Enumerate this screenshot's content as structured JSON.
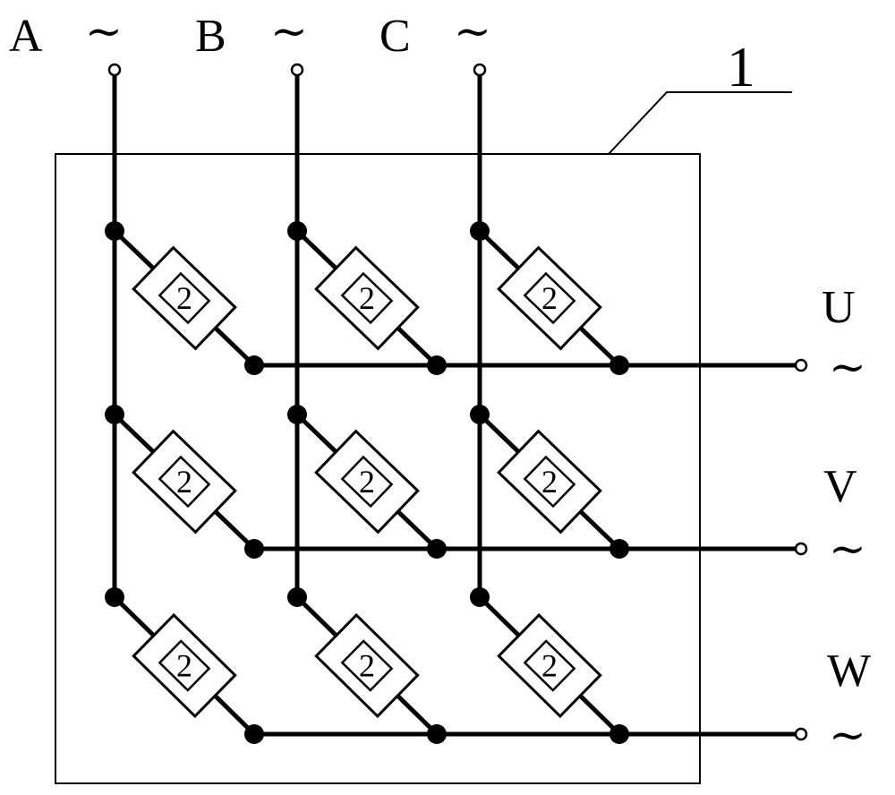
{
  "inputs": [
    {
      "label": "A",
      "symbol": "~"
    },
    {
      "label": "B",
      "symbol": "~"
    },
    {
      "label": "C",
      "symbol": "~"
    }
  ],
  "outputs": [
    {
      "label": "U",
      "symbol": "~"
    },
    {
      "label": "V",
      "symbol": "~"
    },
    {
      "label": "W",
      "symbol": "~"
    }
  ],
  "module_ref": "1",
  "switch_ref": "2",
  "colors": {
    "ink": "#000000",
    "background": "#ffffff"
  }
}
